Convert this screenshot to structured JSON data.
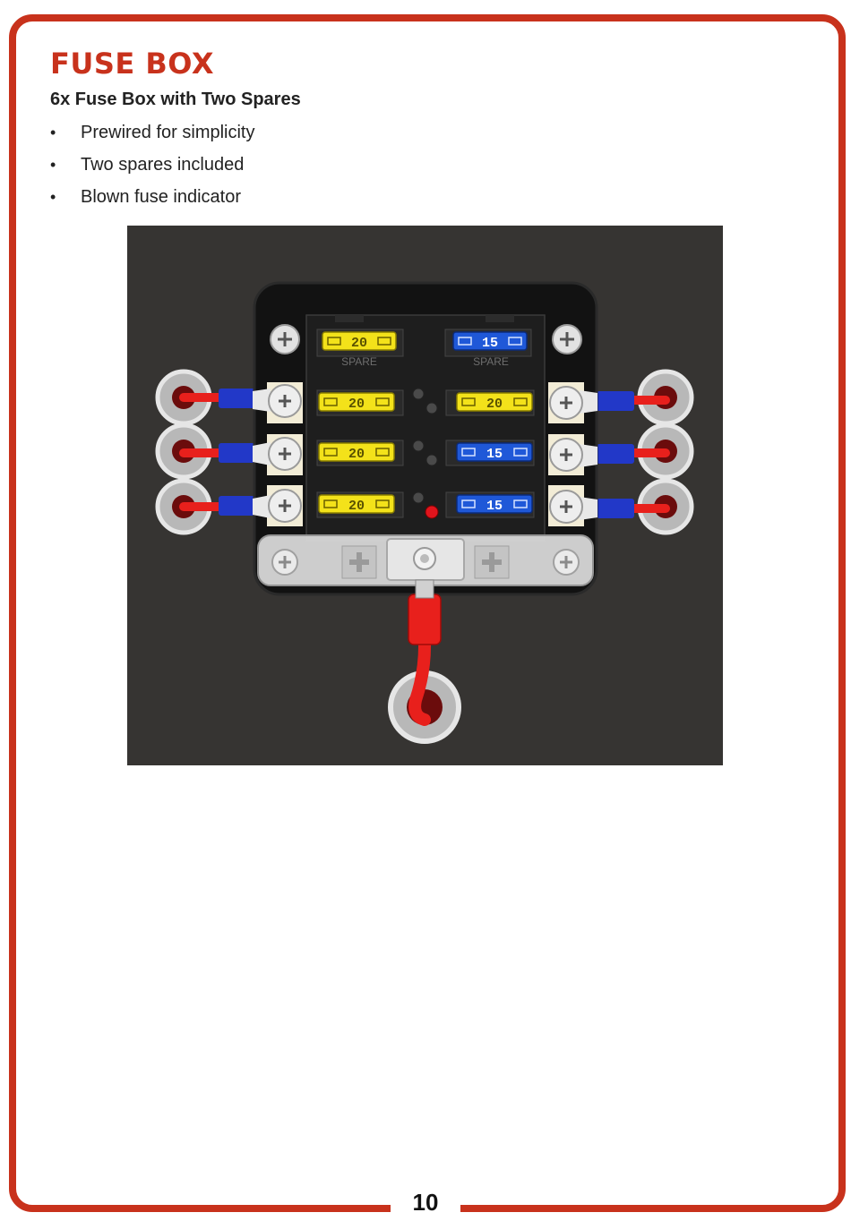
{
  "heading": {
    "title": "FUSE BOX",
    "subtitle": "6x Fuse Box with Two Spares"
  },
  "features": [
    "Prewired for simplicity",
    "Two spares included",
    "Blown fuse indicator"
  ],
  "figure": {
    "spare_label": "SPARE",
    "spare_fuses": [
      "20",
      "15"
    ],
    "left_fuses": [
      "20",
      "20",
      "20"
    ],
    "right_fuses": [
      "20",
      "15",
      "15"
    ],
    "colors": {
      "yellow_fuse": "#f3e21a",
      "blue_fuse": "#1f58d8",
      "wire_red": "#e8201c",
      "terminal_blue": "#2238c8",
      "indicator_red": "#e0141c"
    }
  },
  "footer": {
    "page_number": "10"
  },
  "colors": {
    "accent": "#c8321c",
    "background": "#ffffff",
    "photo_bg": "#363432"
  }
}
